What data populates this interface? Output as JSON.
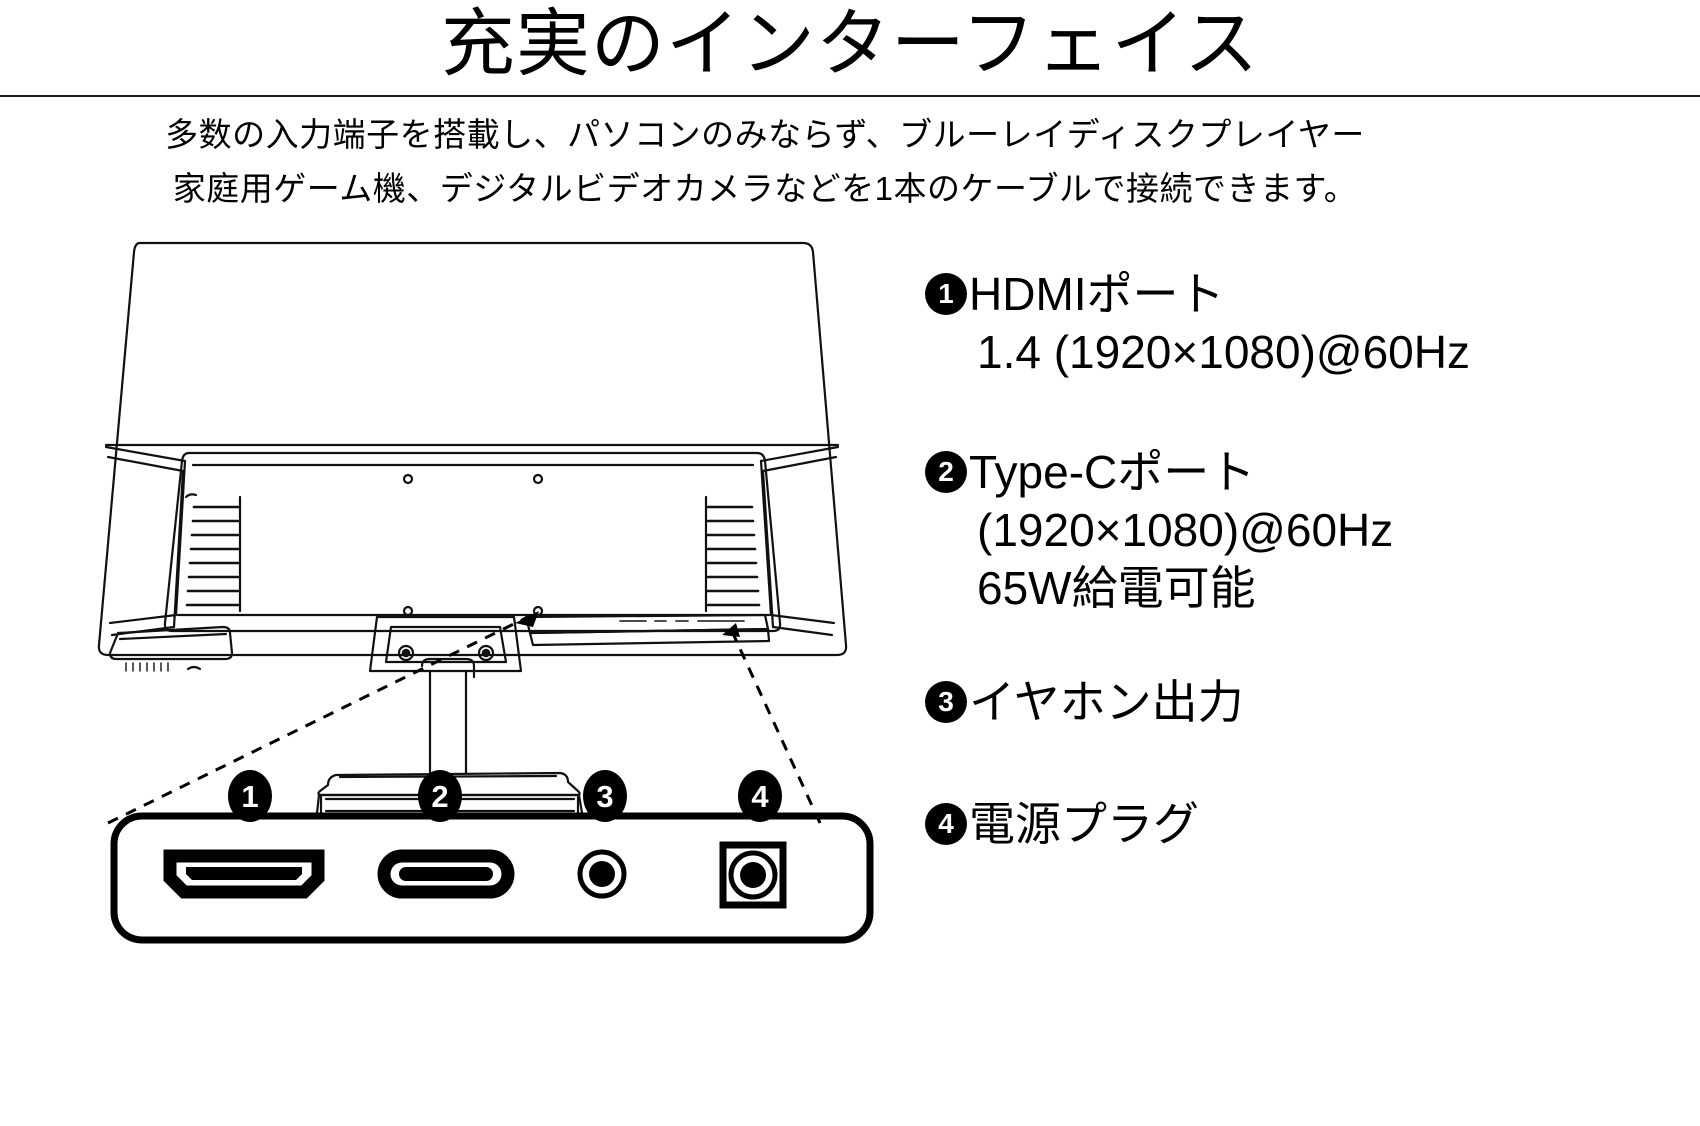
{
  "header": {
    "title": "充実のインターフェイス"
  },
  "subtitle": {
    "line1": "多数の入力端子を搭載し、パソコンのみならず、ブルーレイディスクプレイヤー",
    "line2": "家庭用ゲーム機、デジタルビデオカメラなどを1本のケーブルで接続できます。"
  },
  "legend": {
    "items": [
      {
        "number": "❶",
        "badge": "1",
        "title": "HDMIポート",
        "detail": "1.4 (1920×1080)@60Hz",
        "detail2": ""
      },
      {
        "number": "❷",
        "badge": "2",
        "title": "Type-Cポート",
        "detail": "(1920×1080)@60Hz",
        "detail2": "65W給電可能"
      },
      {
        "number": "❸",
        "badge": "3",
        "title": "イヤホン出力",
        "detail": "",
        "detail2": ""
      },
      {
        "number": "❹",
        "badge": "4",
        "title": "電源プラグ",
        "detail": "",
        "detail2": ""
      }
    ]
  },
  "diagram": {
    "callouts": [
      {
        "label": "1",
        "name": "callout-1-hdmi"
      },
      {
        "label": "2",
        "name": "callout-2-typec"
      },
      {
        "label": "3",
        "name": "callout-3-earphone"
      },
      {
        "label": "4",
        "name": "callout-4-power"
      }
    ],
    "monitor_label": "monitor-rear-view",
    "panel_label": "io-port-panel",
    "ports": [
      {
        "name": "hdmi-port-shape"
      },
      {
        "name": "type-c-port-shape"
      },
      {
        "name": "earphone-jack-shape"
      },
      {
        "name": "power-jack-shape"
      }
    ]
  },
  "colors": {
    "ink": "#000000",
    "background": "#ffffff",
    "line": "#1a1a1a"
  }
}
